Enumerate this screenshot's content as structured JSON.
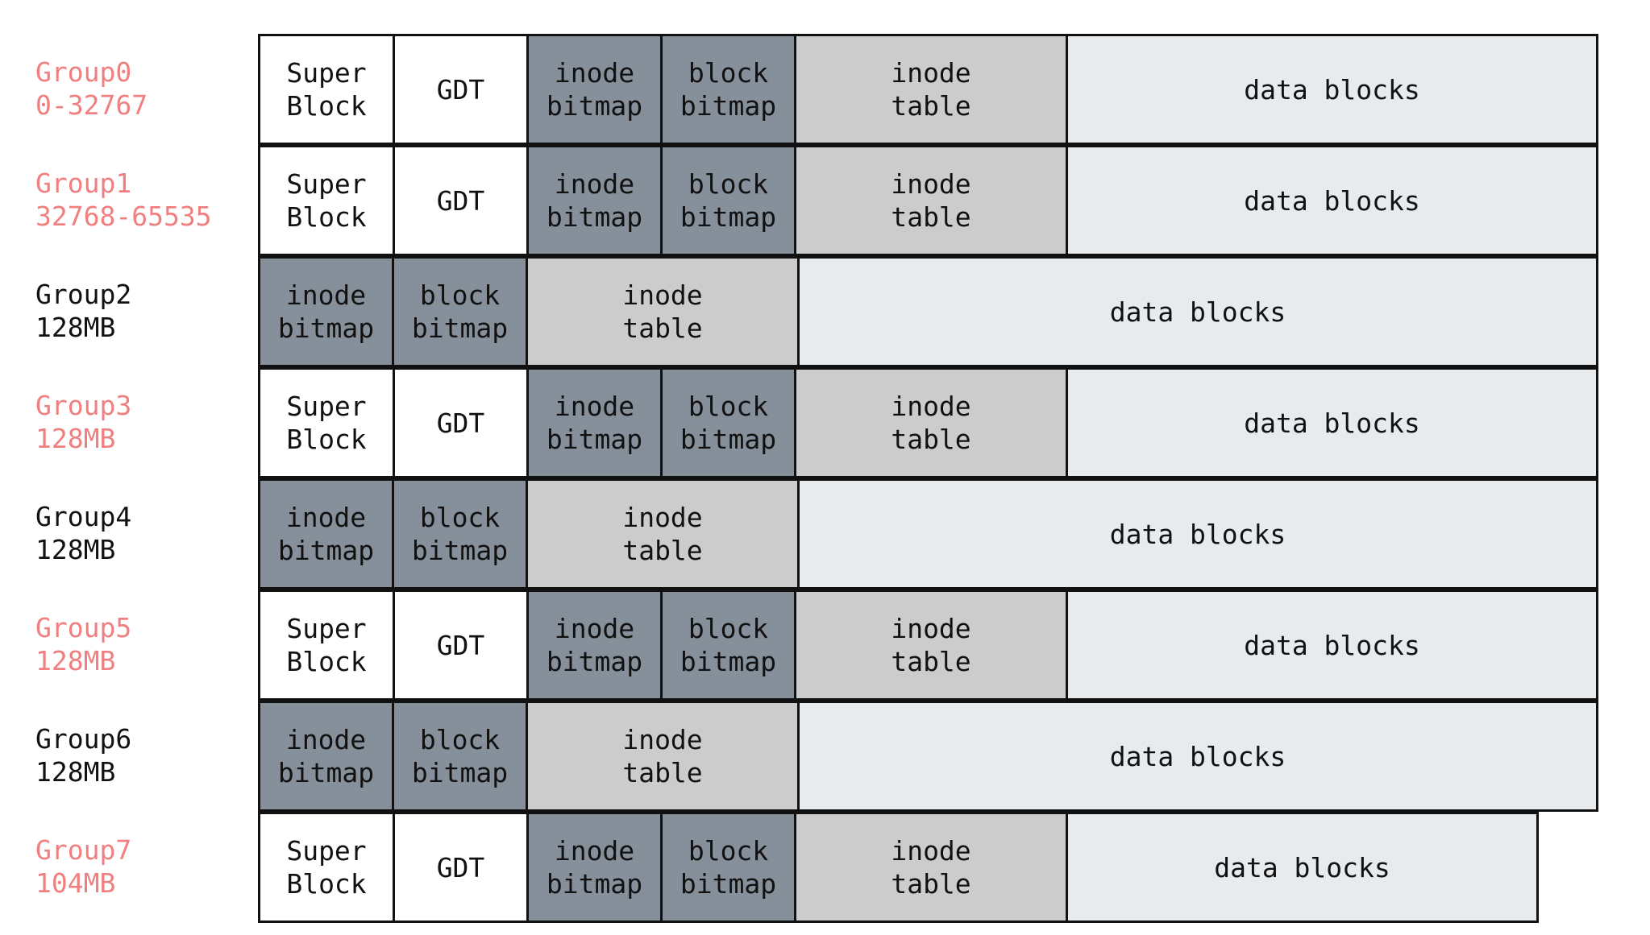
{
  "colors": {
    "highlight_label": "#f08080",
    "normal_label": "#111111",
    "super_block": "#ffffff",
    "gdt": "#ffffff",
    "bitmap": "#86909a",
    "inode_table": "#cccccc",
    "data_blocks": "#e8ebee",
    "border": "#111111"
  },
  "cell_text": {
    "sb": [
      "Super",
      "Block"
    ],
    "gdt": [
      "GDT"
    ],
    "ib": [
      "inode",
      "bitmap"
    ],
    "bb": [
      "block",
      "bitmap"
    ],
    "it": [
      "inode",
      "table"
    ],
    "db": [
      "data blocks"
    ]
  },
  "groups": [
    {
      "name": "Group0",
      "range": "0-32767",
      "highlight": true,
      "cells": [
        "sb",
        "gdt",
        "ib",
        "bb",
        "it",
        "db"
      ]
    },
    {
      "name": "Group1",
      "range": "32768-65535",
      "highlight": true,
      "cells": [
        "sb",
        "gdt",
        "ib",
        "bb",
        "it",
        "db"
      ]
    },
    {
      "name": "Group2",
      "range": "128MB",
      "highlight": false,
      "cells": [
        "ib",
        "bb",
        "it",
        "db"
      ]
    },
    {
      "name": "Group3",
      "range": "128MB",
      "highlight": true,
      "cells": [
        "sb",
        "gdt",
        "ib",
        "bb",
        "it",
        "db"
      ]
    },
    {
      "name": "Group4",
      "range": "128MB",
      "highlight": false,
      "cells": [
        "ib",
        "bb",
        "it",
        "db"
      ]
    },
    {
      "name": "Group5",
      "range": "128MB",
      "highlight": true,
      "cells": [
        "sb",
        "gdt",
        "ib",
        "bb",
        "it",
        "db"
      ]
    },
    {
      "name": "Group6",
      "range": "128MB",
      "highlight": false,
      "cells": [
        "ib",
        "bb",
        "it",
        "db"
      ]
    },
    {
      "name": "Group7",
      "range": "104MB",
      "highlight": true,
      "cells": [
        "sb",
        "gdt",
        "ib",
        "bb",
        "it",
        "db"
      ]
    }
  ]
}
